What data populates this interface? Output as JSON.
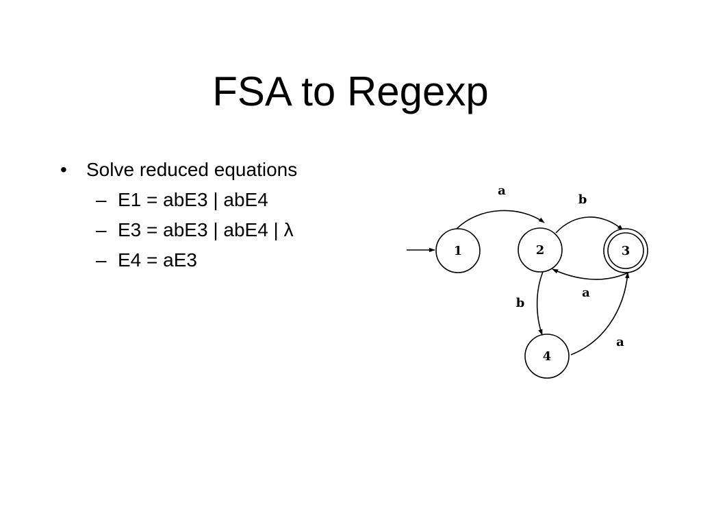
{
  "slide": {
    "title": "FSA to Regexp",
    "bullet": {
      "marker": "•",
      "text": "Solve reduced equations"
    },
    "sub_marker": "–",
    "sub_items": [
      "E1 = abE3 | abE4",
      "E3 = abE3 | abE4 | λ",
      "E4 = aE3"
    ]
  },
  "diagram": {
    "states": [
      {
        "id": "1",
        "label": "1",
        "accepting": false,
        "initial": true
      },
      {
        "id": "2",
        "label": "2",
        "accepting": false,
        "initial": false
      },
      {
        "id": "3",
        "label": "3",
        "accepting": true,
        "initial": false
      },
      {
        "id": "4",
        "label": "4",
        "accepting": false,
        "initial": false
      }
    ],
    "transitions": [
      {
        "from": "1",
        "to": "2",
        "label": "a"
      },
      {
        "from": "2",
        "to": "3",
        "label": "b"
      },
      {
        "from": "3",
        "to": "2",
        "label": "a"
      },
      {
        "from": "2",
        "to": "4",
        "label": "b"
      },
      {
        "from": "4",
        "to": "3",
        "label": "a"
      }
    ]
  }
}
